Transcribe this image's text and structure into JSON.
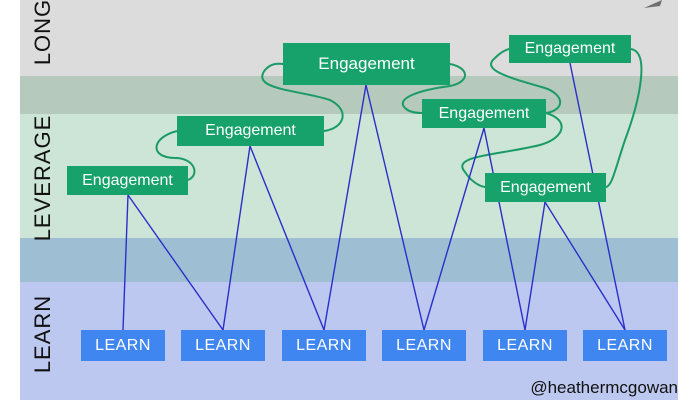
{
  "zones": {
    "long": "LONG",
    "leverage": "LEVERAGE",
    "learn": "LEARN"
  },
  "engagements": [
    "Engagement",
    "Engagement",
    "Engagement",
    "Engagement",
    "Engagement",
    "Engagement"
  ],
  "learn_boxes": [
    "LEARN",
    "LEARN",
    "LEARN",
    "LEARN",
    "LEARN",
    "LEARN"
  ],
  "credit": "@heathermcgowan",
  "colors": {
    "long_zone": "#dcdcdc",
    "leverage_zone": "#cde5d6",
    "learn_zone": "#bcc8ef",
    "engagement_box": "#16a26a",
    "learn_box": "#3f86f0",
    "learn_lines": "#2a2fc9",
    "curve_lines": "#1a9b66"
  }
}
